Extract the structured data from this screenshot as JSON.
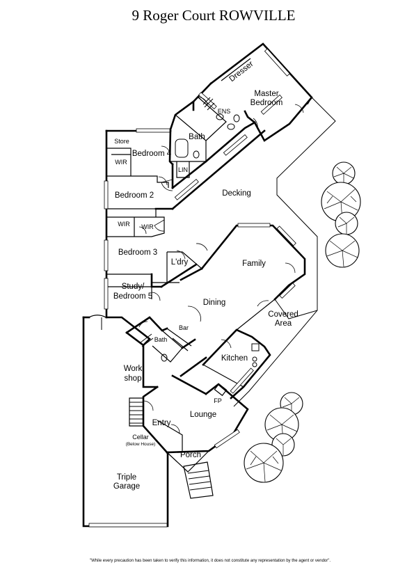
{
  "title": "9 Roger Court ROWVILLE",
  "rooms": {
    "dresser": "Dresser",
    "master_1": "Master",
    "master_2": "Bedroom",
    "ens": "ENS",
    "bath_upper": "Bath",
    "store": "Store",
    "bedroom4": "Bedroom 4",
    "wir1": "WIR",
    "lin": "LIN",
    "decking": "Decking",
    "bedroom2": "Bedroom 2",
    "wir2": "WIR",
    "wir3": "WIR",
    "family": "Family",
    "bedroom3": "Bedroom 3",
    "ldry": "L'dry",
    "study_1": "Study/",
    "study_2": "Bedroom 5",
    "dining": "Dining",
    "covered_1": "Covered",
    "covered_2": "Area",
    "bar": "Bar",
    "bath_lower": "Bath",
    "kitchen": "Kitchen",
    "workshop_1": "Work",
    "workshop_2": "shop",
    "fp": "FP",
    "lounge": "Lounge",
    "entry": "Entry",
    "cellar": "Cellar",
    "cellar_note": "(Below House)",
    "porch": "Porch",
    "garage_1": "Triple",
    "garage_2": "Garage"
  },
  "disclaimer": "\"While every precaution has been taken to verify this information, it does not constitute any representation by the agent or vendor\"."
}
